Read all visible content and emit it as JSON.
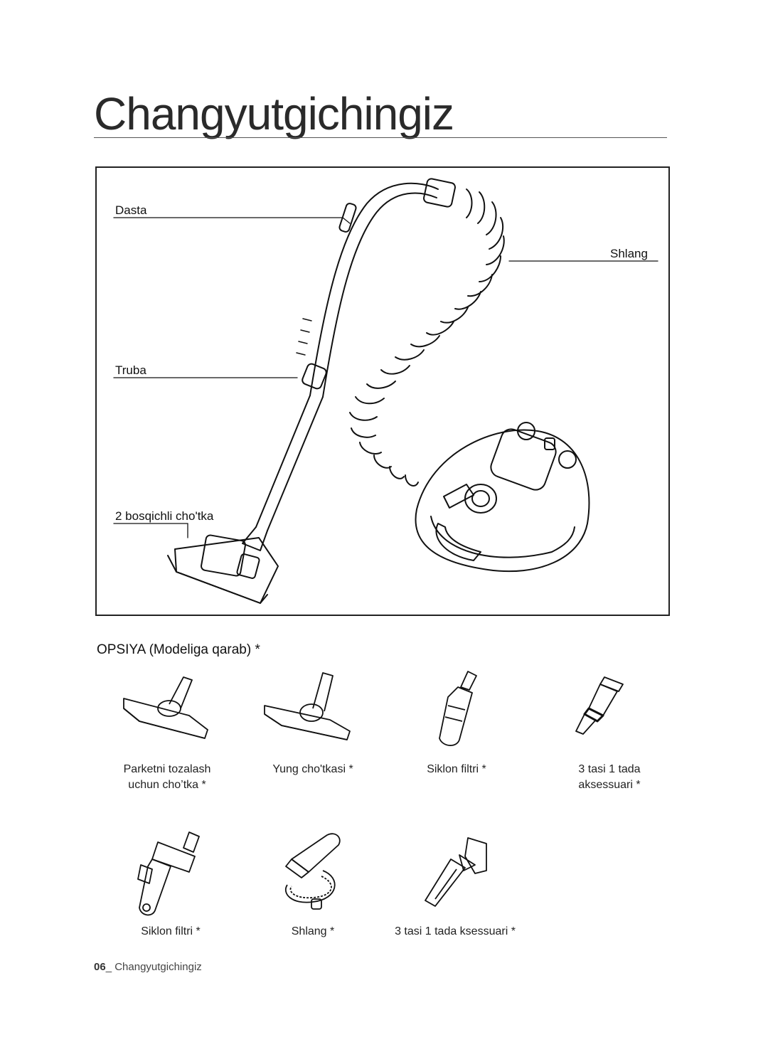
{
  "header": {
    "title": "Changyutgichingiz"
  },
  "main_diagram": {
    "labels": {
      "handle": "Dasta",
      "hose": "Shlang",
      "pipe": "Truba",
      "brush": "2 bosqichli cho'tka"
    }
  },
  "options": {
    "heading": "OPSIYA (Modeliga qarab) *",
    "row1": [
      {
        "line1": "Parketni tozalash",
        "line2": "uchun cho’tka *",
        "icon": "parquet-brush-icon"
      },
      {
        "line1": "Yung cho'tkasi *",
        "line2": "",
        "icon": "pet-brush-icon"
      },
      {
        "line1": "Siklon filtri *",
        "line2": "",
        "icon": "cyclone-filter-icon"
      },
      {
        "line1": "3 tasi 1 tada",
        "line2": "aksessuari *",
        "icon": "3in1-accessory-icon"
      }
    ],
    "row2": [
      {
        "line1": "Siklon filtri *",
        "icon": "cyclone-filter-large-icon"
      },
      {
        "line1": "Shlang *",
        "icon": "hose-icon"
      },
      {
        "line1": "3 tasi 1 tada ksessuari *",
        "icon": "3in1-accessory-alt-icon"
      }
    ]
  },
  "footer": {
    "page_number": "06",
    "separator": "_ ",
    "section": "Changyutgichingiz"
  }
}
